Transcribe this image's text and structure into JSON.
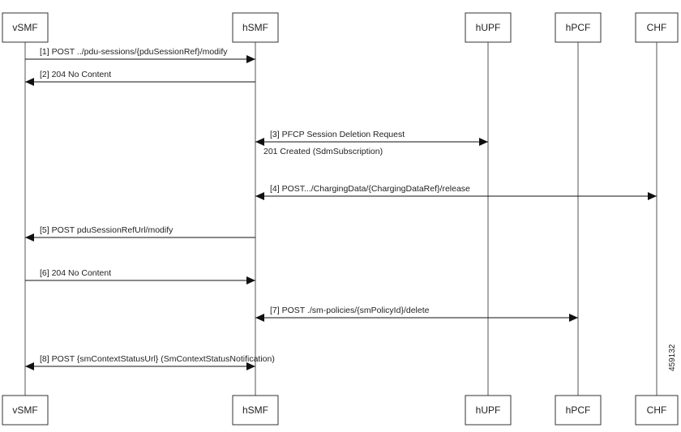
{
  "participants": [
    {
      "id": "vSMF",
      "label": "vSMF"
    },
    {
      "id": "hSMF",
      "label": "hSMF"
    },
    {
      "id": "hUPF",
      "label": "hUPF"
    },
    {
      "id": "hPCF",
      "label": "hPCF"
    },
    {
      "id": "CHF",
      "label": "CHF"
    }
  ],
  "messages": [
    {
      "from": "vSMF",
      "to": "hSMF",
      "label": "[1] POST ../pdu-sessions/{pduSessionRef}/modify",
      "direction": "right"
    },
    {
      "from": "hSMF",
      "to": "vSMF",
      "label": "[2] 204 No Content",
      "direction": "left"
    },
    {
      "from": "hSMF",
      "to": "hUPF",
      "label": "[3] PFCP Session Deletion Request",
      "direction": "both",
      "note": "201 Created (SdmSubscription)"
    },
    {
      "from": "hSMF",
      "to": "CHF",
      "label": "[4] POST.../ChargingData/{ChargingDataRef}/release",
      "direction": "both"
    },
    {
      "from": "hSMF",
      "to": "vSMF",
      "label": "[5] POST pduSessionRefUrl/modify",
      "direction": "left"
    },
    {
      "from": "vSMF",
      "to": "hSMF",
      "label": "[6] 204 No Content",
      "direction": "right"
    },
    {
      "from": "hSMF",
      "to": "hPCF",
      "label": "[7] POST ./sm-policies/{smPolicyId}/delete",
      "direction": "both"
    },
    {
      "from": "vSMF",
      "to": "hSMF",
      "label": "[8] POST {smContextStatusUrl} (SmContextStatusNotification)",
      "direction": "both"
    }
  ],
  "figure_id": "459132"
}
